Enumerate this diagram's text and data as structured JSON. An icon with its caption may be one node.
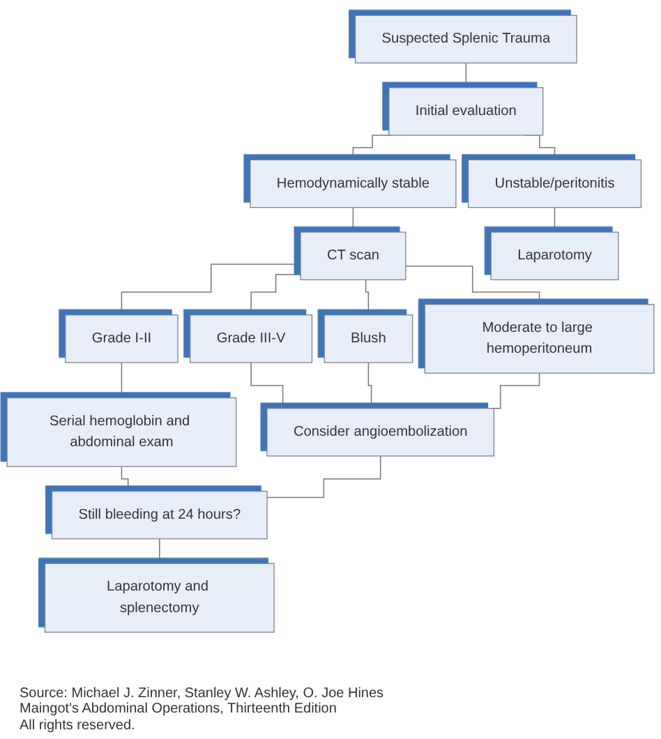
{
  "diagram": {
    "nodes": [
      {
        "text": [
          "Suspected Splenic Trauma"
        ]
      },
      {
        "text": [
          "Initial evaluation"
        ]
      },
      {
        "text": [
          "Hemodynamically stable"
        ]
      },
      {
        "text": [
          "Unstable/peritonitis"
        ]
      },
      {
        "text": [
          "CT scan"
        ]
      },
      {
        "text": [
          "Laparotomy"
        ]
      },
      {
        "text": [
          "Grade I-II"
        ]
      },
      {
        "text": [
          "Grade III-V"
        ]
      },
      {
        "text": [
          "Blush"
        ]
      },
      {
        "text": [
          "Moderate to large hemoperitoneum"
        ]
      },
      {
        "text": [
          "Serial hemoglobin and abdominal exam"
        ]
      },
      {
        "text": [
          "Consider angioembolization"
        ]
      },
      {
        "text": [
          "Still bleeding at 24 hours?"
        ]
      },
      {
        "text": [
          "Laparotomy and splenectomy"
        ]
      }
    ],
    "edges": [
      {
        "from": 0,
        "to": 1,
        "arrow": "none"
      },
      {
        "from": 1,
        "to": 2,
        "arrow": "none"
      },
      {
        "from": 1,
        "to": 3,
        "arrow": "none"
      },
      {
        "from": 2,
        "to": 4,
        "arrow": "none"
      },
      {
        "from": 3,
        "to": 5,
        "arrow": "none"
      },
      {
        "from": 4,
        "to": 6,
        "arrow": "none"
      },
      {
        "from": 4,
        "to": 7,
        "arrow": "none"
      },
      {
        "from": 4,
        "to": 8,
        "arrow": "none"
      },
      {
        "from": 4,
        "to": 9,
        "arrow": "none"
      },
      {
        "from": 6,
        "to": 10,
        "arrow": "none"
      },
      {
        "from": 7,
        "to": 11,
        "arrow": "none"
      },
      {
        "from": 8,
        "to": 11,
        "arrow": "none"
      },
      {
        "from": 9,
        "to": 11,
        "arrow": "none"
      },
      {
        "from": 10,
        "to": 12,
        "arrow": "none"
      },
      {
        "from": 11,
        "to": 12,
        "arrow": "none"
      },
      {
        "from": 12,
        "to": 13,
        "arrow": "none"
      }
    ],
    "labels": [
      "Source: Michael J. Zinner, Stanley W. Ashley, O. Joe Hines",
      "Maingot's Abdominal Operations, Thirteenth Edition",
      "All rights reserved."
    ]
  }
}
